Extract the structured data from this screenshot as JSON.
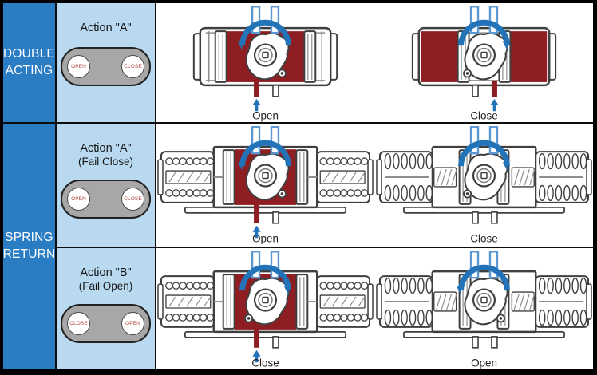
{
  "title": "Pneumatic actuator operation chart",
  "row_groups": [
    {
      "id": "double-acting",
      "lines": [
        "DOUBLE",
        "ACTING"
      ]
    },
    {
      "id": "spring-return",
      "lines": [
        "SPRING",
        "RETURN"
      ]
    }
  ],
  "rows": [
    {
      "id": "double-acting-action-a",
      "action_line1": "Action \"A\"",
      "action_line2": "",
      "buttons": [
        "OPEN",
        "CLOSE"
      ],
      "diagrams": [
        {
          "label": "Open",
          "type": "double",
          "pressurized": "center",
          "rotation": "ccw",
          "supply_port": "left"
        },
        {
          "label": "Close",
          "type": "double",
          "pressurized": "ends",
          "rotation": "cw",
          "supply_port": "right"
        }
      ]
    },
    {
      "id": "spring-return-action-a",
      "action_line1": "Action \"A\"",
      "action_line2": "(Fail Close)",
      "buttons": [
        "OPEN",
        "CLOSE"
      ],
      "diagrams": [
        {
          "label": "Open",
          "type": "spring",
          "pressurized": "center",
          "rotation": "ccw",
          "supply_port": "left"
        },
        {
          "label": "Close",
          "type": "spring",
          "pressurized": "none",
          "rotation": "cw",
          "supply_port": "none"
        }
      ]
    },
    {
      "id": "spring-return-action-b",
      "action_line1": "Action \"B\"",
      "action_line2": "(Fail Open)",
      "buttons": [
        "CLOSE",
        "OPEN"
      ],
      "diagrams": [
        {
          "label": "Close",
          "type": "spring",
          "pressurized": "center",
          "rotation": "cw",
          "supply_port": "left"
        },
        {
          "label": "Open",
          "type": "spring",
          "pressurized": "none",
          "rotation": "ccw",
          "supply_port": "none"
        }
      ]
    }
  ],
  "colors": {
    "group_bg": "#2a7cc3",
    "action_bg": "#b9d9f0",
    "chamber_red": "#8e1e22",
    "arrow_blue": "#2273b8",
    "stem_blue": "#5b98d2",
    "outline": "#3f3f3f",
    "outline_soft": "#8d8d8d",
    "pill_bg": "#a7a7a7",
    "button_text": "#b1433f",
    "label_text": "#222222"
  }
}
